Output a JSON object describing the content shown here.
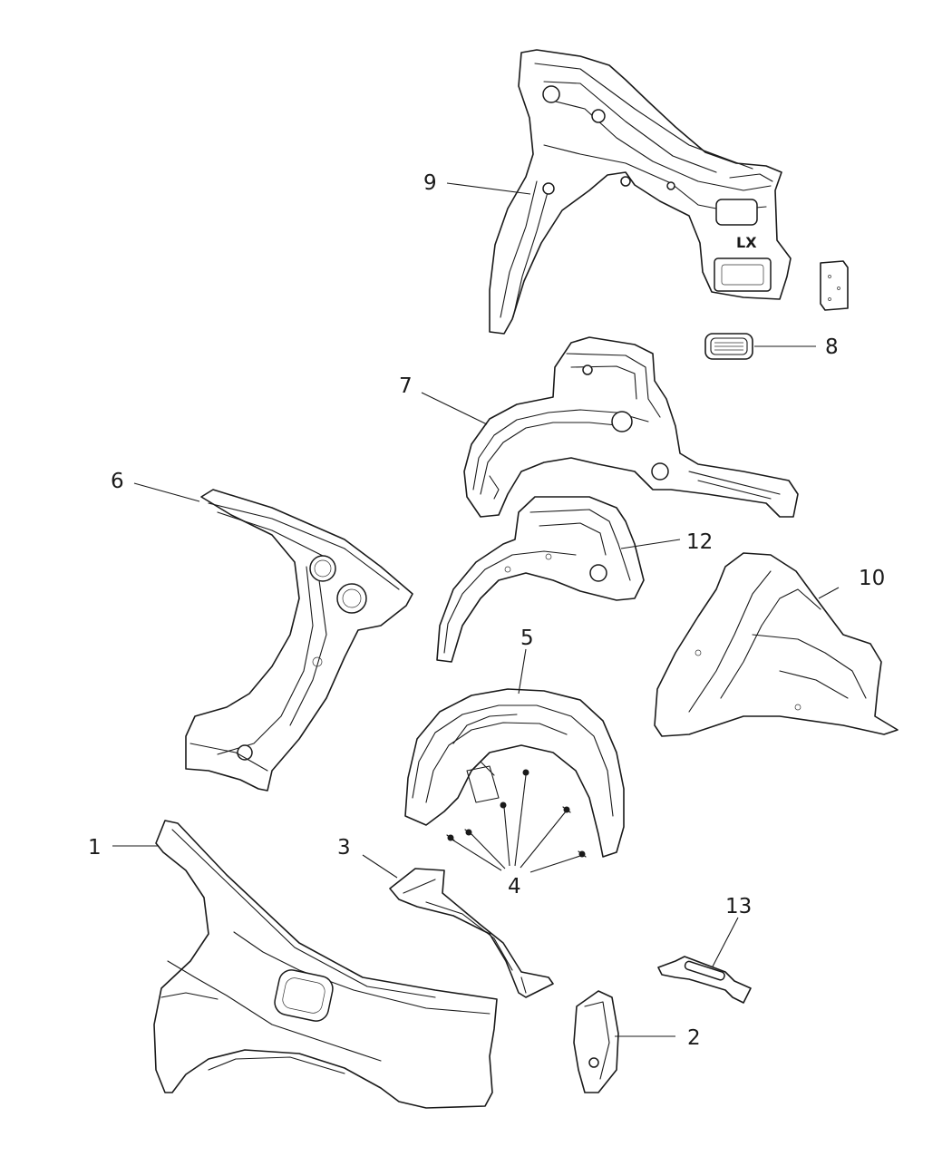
{
  "callouts": [
    {
      "id": "1",
      "label": "1"
    },
    {
      "id": "2",
      "label": "2"
    },
    {
      "id": "3",
      "label": "3"
    },
    {
      "id": "4",
      "label": "4"
    },
    {
      "id": "5",
      "label": "5"
    },
    {
      "id": "6",
      "label": "6"
    },
    {
      "id": "7",
      "label": "7"
    },
    {
      "id": "8",
      "label": "8"
    },
    {
      "id": "9",
      "label": "9"
    },
    {
      "id": "10",
      "label": "10"
    },
    {
      "id": "12",
      "label": "12"
    },
    {
      "id": "13",
      "label": "13"
    }
  ],
  "part_marking": "LX"
}
